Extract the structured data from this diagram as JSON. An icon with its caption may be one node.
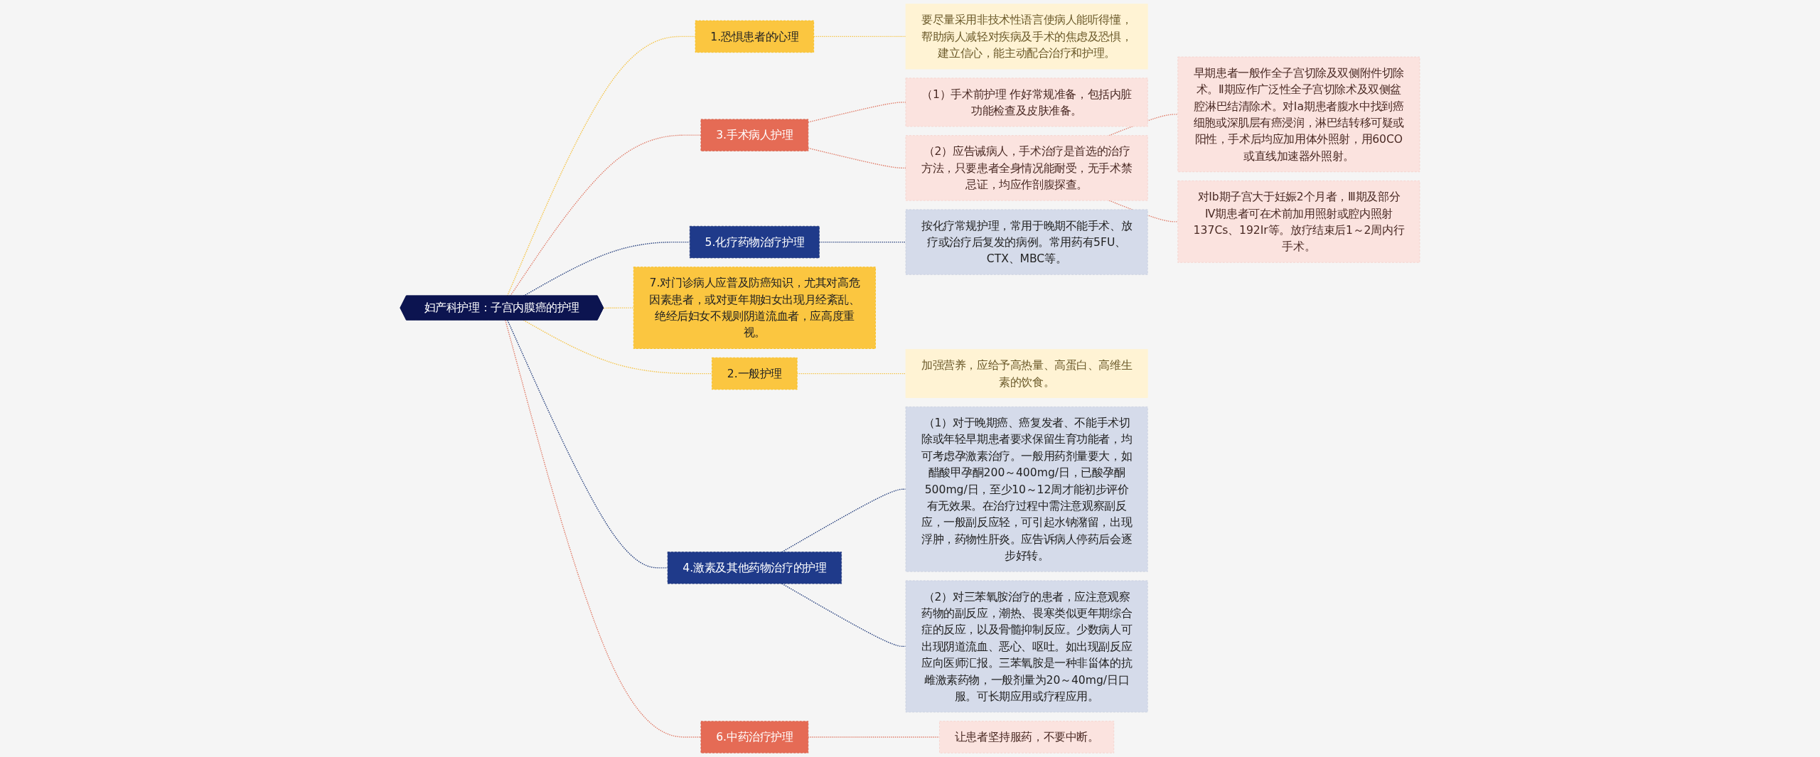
{
  "diagram": {
    "nodes": [
      {
        "text": [
          "妇产科护理：子宫内膜癌的护理"
        ]
      },
      {
        "text": [
          "1.恐惧患者的心理"
        ]
      },
      {
        "text": [
          "要尽量采用非技术性语言使病人能听得懂，帮助病人减轻对疾病及手术的焦虑及恐惧，建立信心，能主动配合治疗和护理。"
        ]
      },
      {
        "text": [
          "3.手术病人护理"
        ]
      },
      {
        "text": [
          "（1）手术前护理 作好常规准备，包括内脏功能检查及皮肤准备。"
        ]
      },
      {
        "text": [
          "（2）应告诫病人，手术治疗是首选的治疗方法，只要患者全身情况能耐受，无手术禁忌证，均应作剖腹探查。"
        ]
      },
      {
        "text": [
          "早期患者一般作全子宫切除及双侧附件切除术。Ⅱ期应作广泛性全子宫切除术及双侧盆腔淋巴结清除术。对Ⅰa期患者腹水中找到癌细胞或深肌层有癌浸润，淋巴结转移可疑或阳性，手术后均应加用体外照射，用60CO或直线加速器外照射。"
        ]
      },
      {
        "text": [
          "对Ⅰb期子宫大于妊娠2个月者，Ⅲ期及部分Ⅳ期患者可在术前加用照射或腔内照射137Cs、192Ir等。放疗结束后1～2周内行手术。"
        ]
      },
      {
        "text": [
          "5.化疗药物治疗护理"
        ]
      },
      {
        "text": [
          "按化疗常规护理，常用于晚期不能手术、放疗或治疗后复发的病例。常用药有5FU、CTX、MBC等。"
        ]
      },
      {
        "text": [
          "7.对门诊病人应普及防癌知识，尤其对高危因素患者，或对更年期妇女出现月经紊乱、绝经后妇女不规则阴道流血者，应高度重视。"
        ]
      },
      {
        "text": [
          "2.一般护理"
        ]
      },
      {
        "text": [
          "加强营养，应给予高热量、高蛋白、高维生素的饮食。"
        ]
      },
      {
        "text": [
          "4.激素及其他药物治疗的护理"
        ]
      },
      {
        "text": [
          "（1）对于晚期癌、癌复发者、不能手术切除或年轻早期患者要求保留生育功能者，均可考虑孕激素治疗。一般用药剂量要大，如醋酸甲孕酮200～400mg/日，已酸孕酮500mg/日，至少10～12周才能初步评价有无效果。在治疗过程中需注意观察副反应，一般副反应轻，可引起水钠潴留，出现浮肿，药物性肝炎。应告诉病人停药后会逐步好转。"
        ]
      },
      {
        "text": [
          "（2）对三苯氧胺治疗的患者，应注意观察药物的副反应，潮热、畏寒类似更年期综合症的反应，以及骨髓抑制反应。少数病人可出现阴道流血、恶心、呕吐。如出现副反应应向医师汇报。三苯氧胺是一种非甾体的抗雌激素药物，一般剂量为20～40mg/日口服。可长期应用或疗程应用。"
        ]
      },
      {
        "text": [
          "6.中药治疗护理"
        ]
      },
      {
        "text": [
          "让患者坚持服药，不要中断。"
        ]
      }
    ],
    "edges": [
      {
        "from": 0,
        "to": 1,
        "arrow": "none",
        "style": "dashed",
        "color": "#f5c342"
      },
      {
        "from": 1,
        "to": 2,
        "arrow": "none",
        "style": "dashed",
        "color": "#f5c342"
      },
      {
        "from": 0,
        "to": 3,
        "arrow": "none",
        "style": "dashed"
      },
      {
        "from": 3,
        "to": 4,
        "arrow": "none",
        "style": "dashed"
      },
      {
        "from": 3,
        "to": 5,
        "arrow": "none",
        "style": "dashed"
      },
      {
        "from": 5,
        "to": 6,
        "arrow": "none",
        "style": "dashed"
      },
      {
        "from": 5,
        "to": 7,
        "arrow": "none",
        "style": "dashed"
      },
      {
        "from": 0,
        "to": 8,
        "arrow": "none",
        "style": "dashed",
        "color": "#1f3a7a"
      },
      {
        "from": 8,
        "to": 9,
        "arrow": "none",
        "style": "dashed",
        "color": "#1f3a7a"
      },
      {
        "from": 0,
        "to": 10,
        "arrow": "none",
        "style": "dashed",
        "color": "#f5c342"
      },
      {
        "from": 0,
        "to": 11,
        "arrow": "none",
        "style": "dashed",
        "color": "#f5c342"
      },
      {
        "from": 11,
        "to": 12,
        "arrow": "none",
        "style": "dashed",
        "color": "#f5c342"
      },
      {
        "from": 0,
        "to": 13,
        "arrow": "none",
        "style": "dashed",
        "color": "#1f3a7a"
      },
      {
        "from": 13,
        "to": 14,
        "arrow": "none",
        "style": "dashed",
        "color": "#1f3a7a"
      },
      {
        "from": 13,
        "to": 15,
        "arrow": "none",
        "style": "dashed",
        "color": "#1f3a7a"
      },
      {
        "from": 0,
        "to": 16,
        "arrow": "none",
        "style": "dashed"
      },
      {
        "from": 16,
        "to": 17,
        "arrow": "none",
        "style": "dashed"
      }
    ]
  }
}
